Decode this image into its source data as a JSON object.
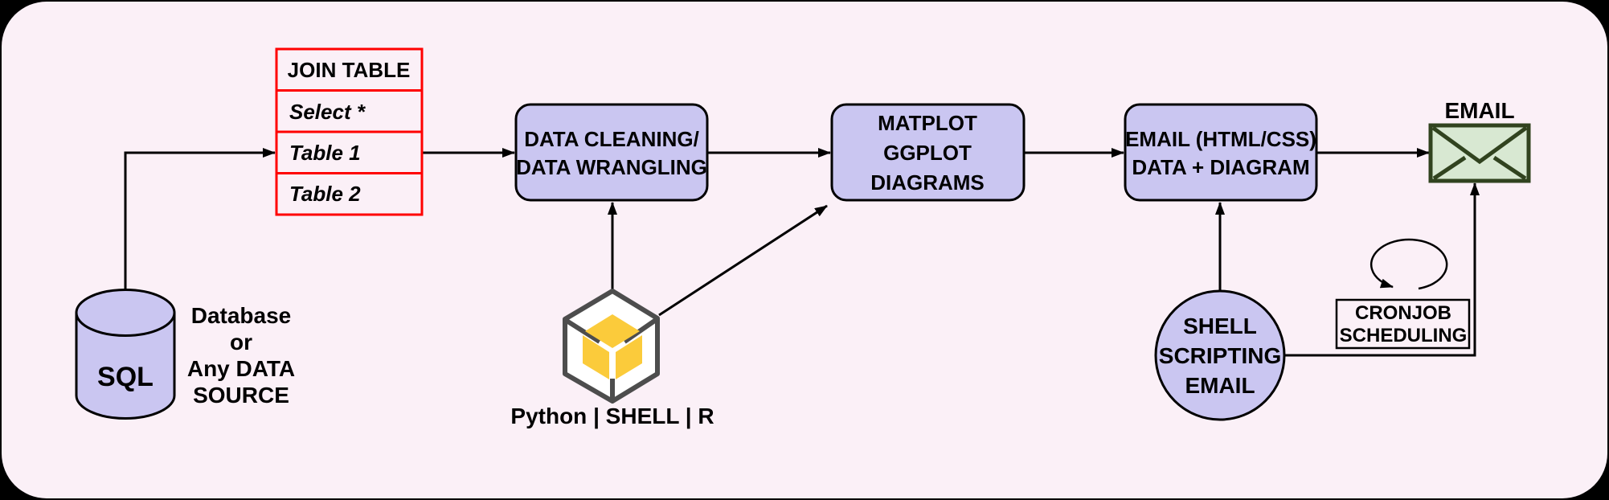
{
  "colors": {
    "page": "#000000",
    "background": "#fbf0f7",
    "node_fill": "#cac6f1",
    "node_stroke": "#000000",
    "arrow": "#000000",
    "table_border": "#ff0000",
    "envelope_fill": "#d8e8d2",
    "envelope_stroke": "#31431f",
    "cube_stroke": "#4d4d4d",
    "cube_fill": "#fbcb3b"
  },
  "nodes": {
    "database": {
      "label": "SQL",
      "caption_lines": [
        "Database",
        "or",
        "Any DATA",
        "SOURCE"
      ]
    },
    "join_table": {
      "header": "JOIN TABLE",
      "rows": [
        "Select *",
        "Table 1",
        "Table 2"
      ]
    },
    "cleaning": {
      "lines": [
        "DATA CLEANING/",
        "DATA WRANGLING"
      ]
    },
    "plotting": {
      "lines": [
        "MATPLOT",
        "GGPLOT",
        "DIAGRAMS"
      ]
    },
    "email_compose": {
      "lines": [
        "EMAIL (HTML/CSS)",
        "DATA + DIAGRAM"
      ]
    },
    "email_output": {
      "label": "EMAIL"
    },
    "tools": {
      "label": "Python | SHELL | R"
    },
    "shell_scripting": {
      "lines": [
        "SHELL",
        "SCRIPTING",
        "EMAIL"
      ]
    },
    "cronjob": {
      "lines": [
        "CRONJOB",
        "SCHEDULING"
      ]
    }
  }
}
